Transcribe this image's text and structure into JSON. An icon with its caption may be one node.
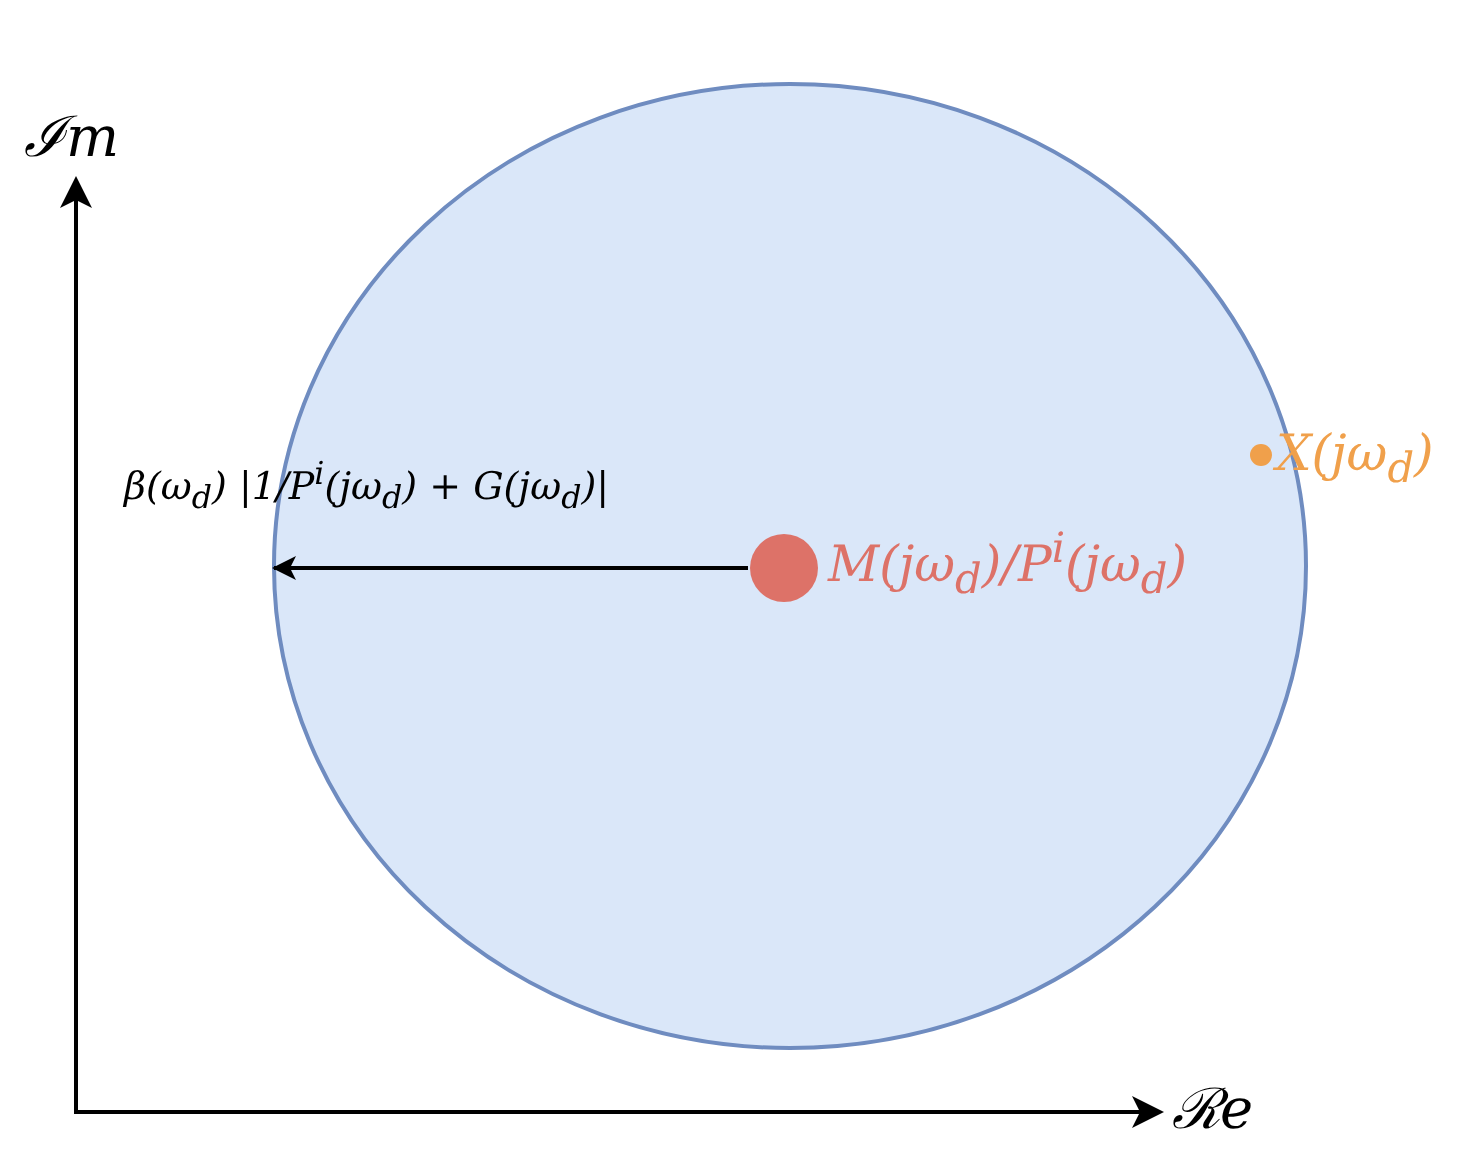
{
  "diagram": {
    "nodes": [
      {
        "text": [],
        "shape": "circle"
      },
      {
        "text": [],
        "shape": "circle",
        "in": 0,
        "beside": [
          "M(jω$_{d}$)/P$^{i}$(jω$_{d}$)"
        ]
      },
      {
        "text": [],
        "shape": "circle",
        "in": 0,
        "beside": [
          "X(jω$_{d}$)"
        ]
      }
    ],
    "edges": [
      {
        "from": 1,
        "to": 0,
        "arrow": "to",
        "label": "β(ω$_{d}$) |1/P$^{i}$(jω$_{d}$) + G(jω$_{d}$)|"
      }
    ],
    "labels": [
      "ℐm",
      "ℛe"
    ]
  }
}
